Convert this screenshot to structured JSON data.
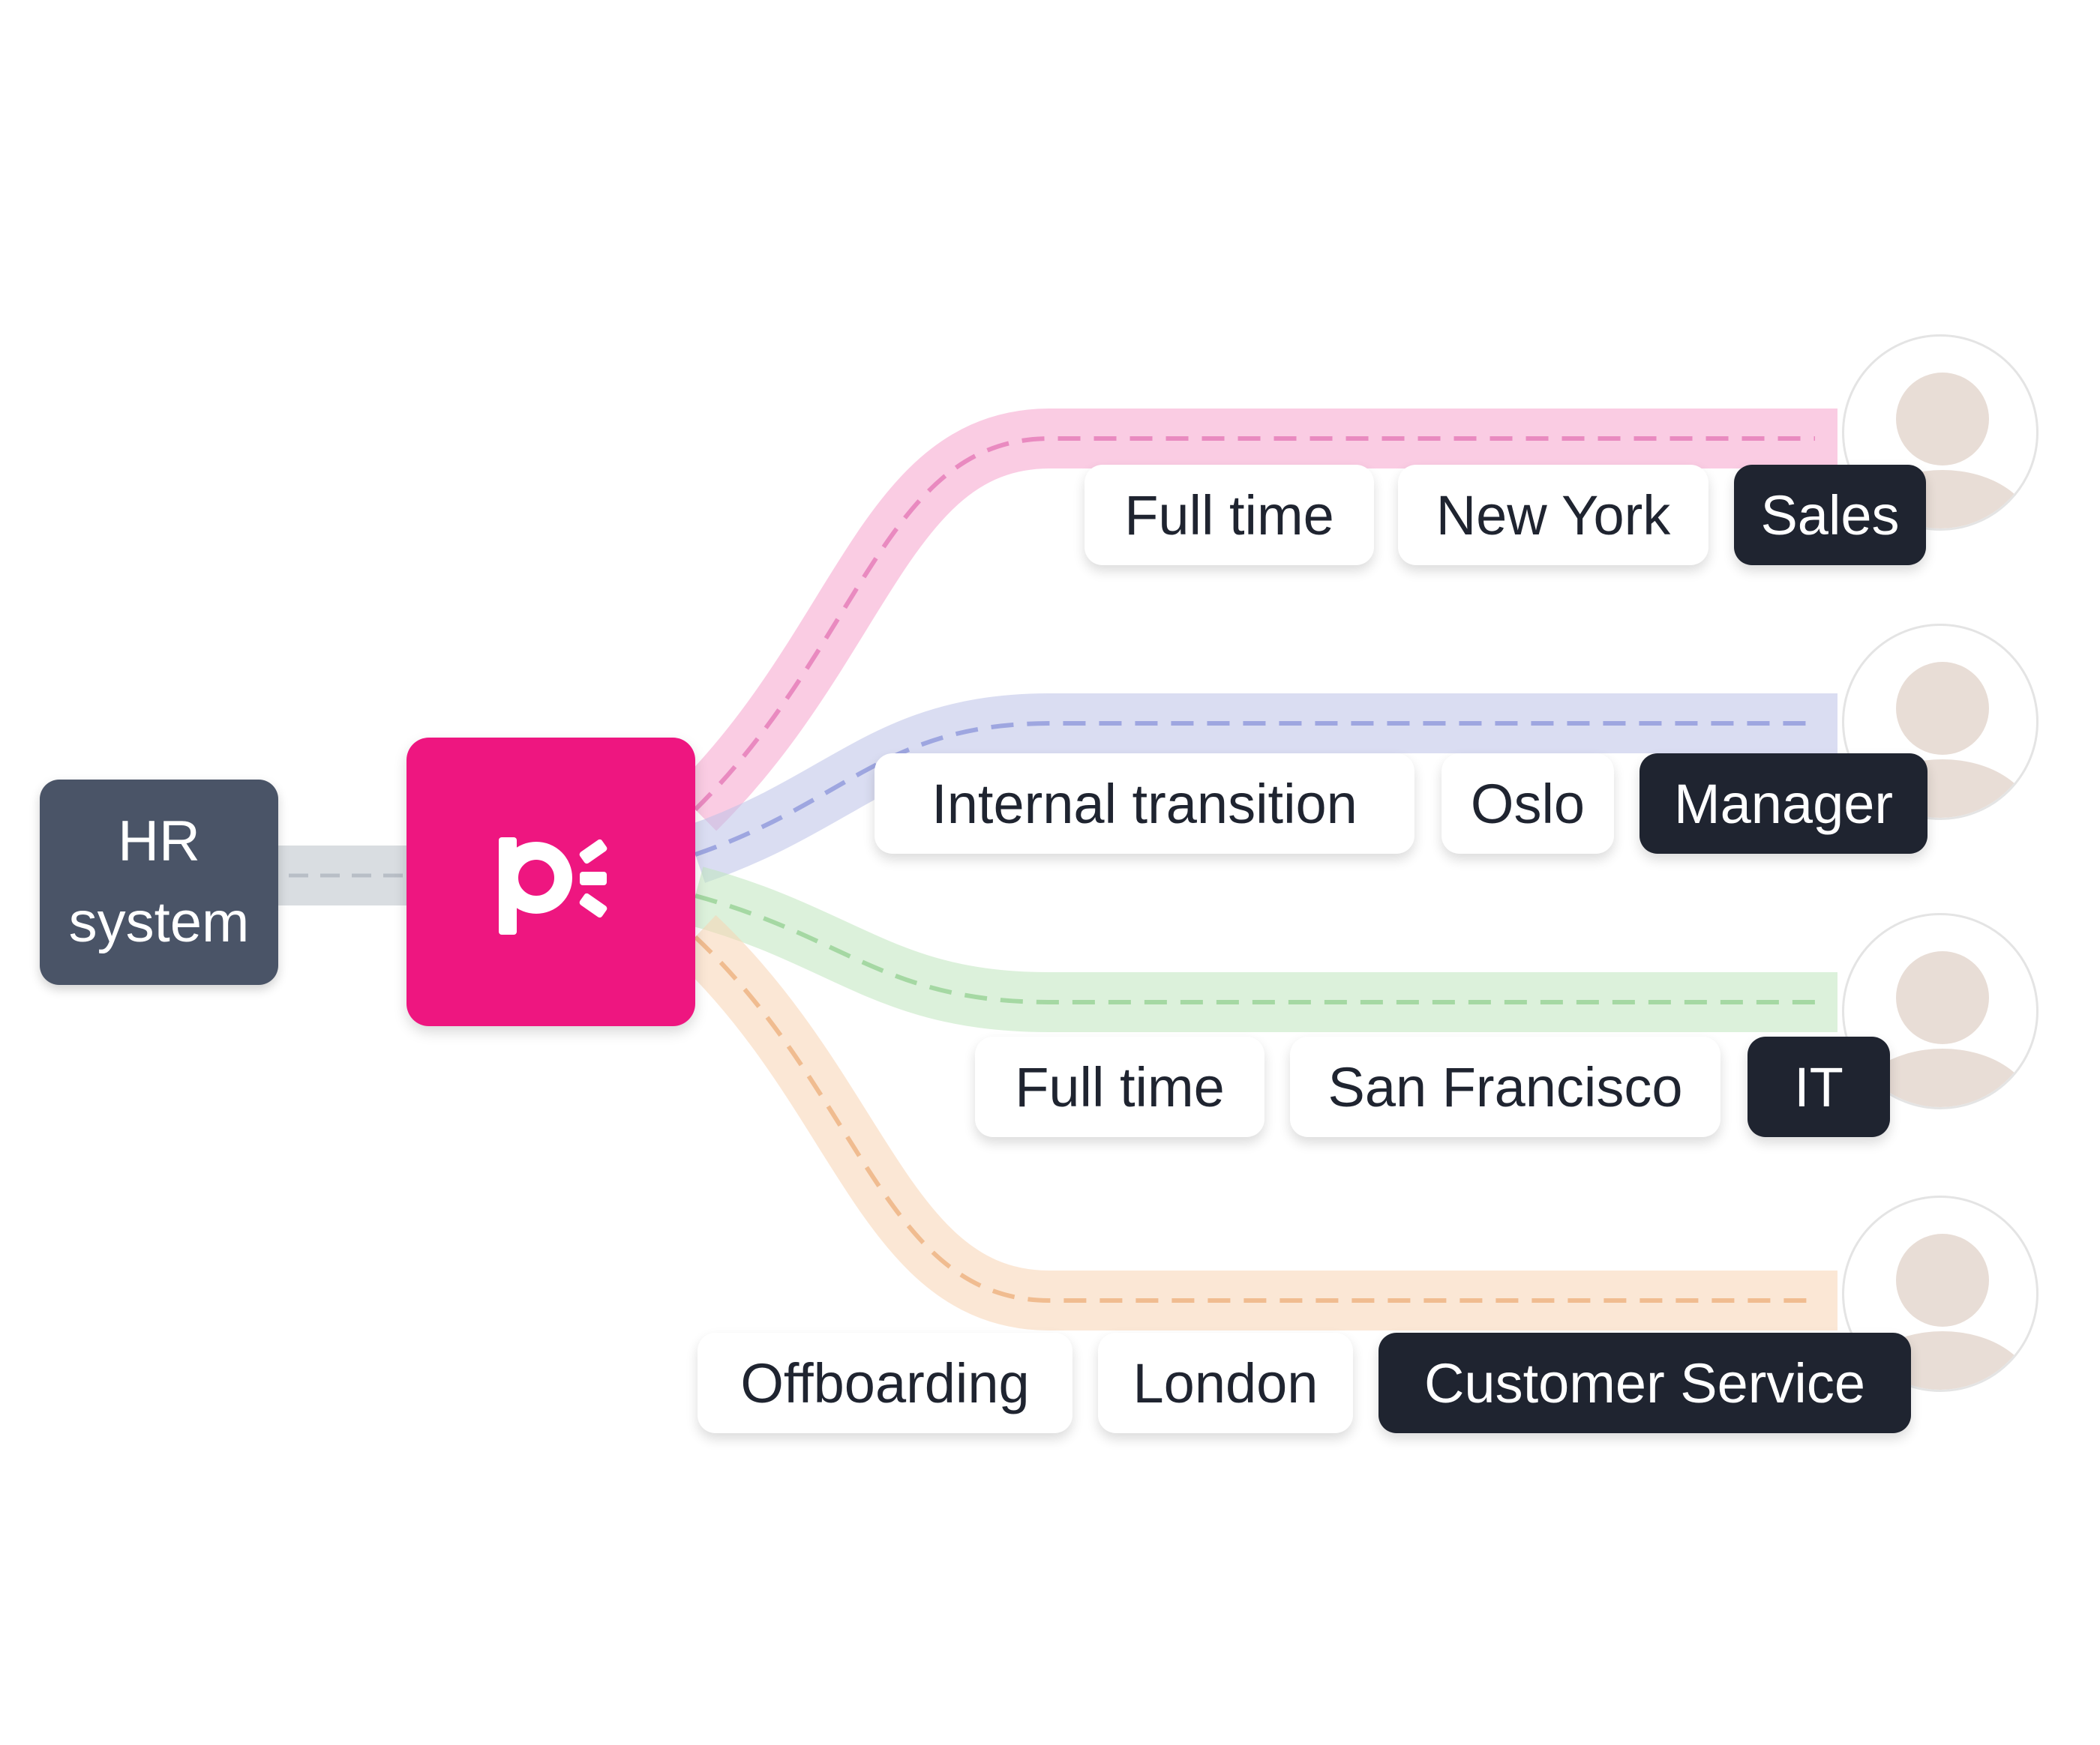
{
  "source": {
    "line1": "HR",
    "line2": "system",
    "color": "#4A5467"
  },
  "hub": {
    "color": "#EE1680",
    "logo_icon": "p-logo-icon"
  },
  "routes": [
    {
      "color": "#F5A3CC",
      "dash": "#E98AC0",
      "tags": [
        "Full time",
        "New York"
      ],
      "department": "Sales"
    },
    {
      "color": "#BCC1E8",
      "dash": "#9EA6E0",
      "tags": [
        "Internal transition",
        "Oslo"
      ],
      "department": "Manager"
    },
    {
      "color": "#BFE5BE",
      "dash": "#A5D8A3",
      "tags": [
        "Full time",
        "San Francisco"
      ],
      "department": "IT"
    },
    {
      "color": "#F8D3B2",
      "dash": "#F0BC90",
      "tags": [
        "Offboarding",
        "London"
      ],
      "department": "Customer Service"
    }
  ],
  "avatar_icon": "person-avatar-icon"
}
